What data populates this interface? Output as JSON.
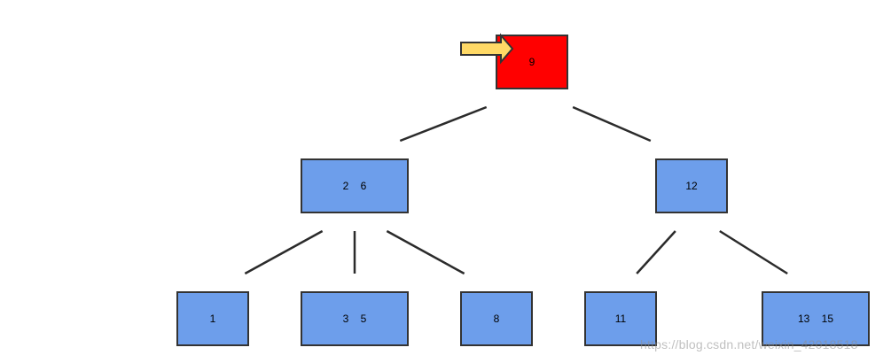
{
  "colors": {
    "active_node": "#ff0000",
    "node": "#6d9eeb",
    "border": "#333333",
    "edge": "#2b2b2b",
    "pointer_fill": "#ffd966",
    "pointer_stroke": "#333333"
  },
  "pointer": {
    "icon": "arrow-right-icon",
    "target": "n9"
  },
  "nodes": [
    {
      "id": "n9",
      "label": "9",
      "active": true
    },
    {
      "id": "n2_6",
      "label": "2    6",
      "active": false
    },
    {
      "id": "n12",
      "label": "12",
      "active": false
    },
    {
      "id": "n1",
      "label": "1",
      "active": false
    },
    {
      "id": "n3_5",
      "label": "3    5",
      "active": false
    },
    {
      "id": "n8",
      "label": "8",
      "active": false
    },
    {
      "id": "n11",
      "label": "11",
      "active": false
    },
    {
      "id": "n13_15",
      "label": "13    15",
      "active": false
    }
  ],
  "edges": [
    {
      "from": "n9",
      "to": "n2_6"
    },
    {
      "from": "n9",
      "to": "n12"
    },
    {
      "from": "n2_6",
      "to": "n1"
    },
    {
      "from": "n2_6",
      "to": "n3_5"
    },
    {
      "from": "n2_6",
      "to": "n8"
    },
    {
      "from": "n12",
      "to": "n11"
    },
    {
      "from": "n12",
      "to": "n13_15"
    }
  ],
  "watermark": "https://blog.csdn.net/weixin_42018518"
}
